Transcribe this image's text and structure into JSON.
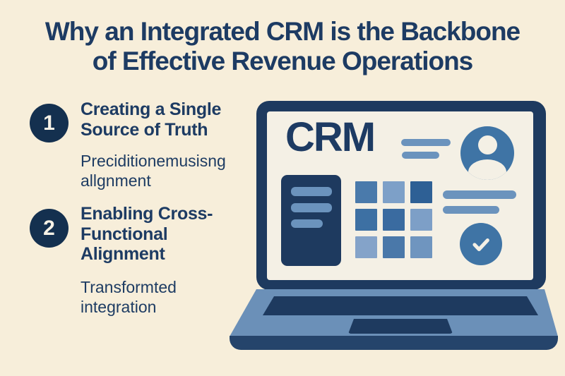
{
  "background_color": "#f7eeda",
  "colors": {
    "navy_text": "#1d3b63",
    "navy_dark": "#14304f",
    "bezel_navy": "#1e3a5f",
    "steel_blue": "#6b93bd",
    "icon_blue": "#3f74a5",
    "base_blue": "#6b90b8",
    "base_bottom_navy": "#25446b",
    "screen_cream": "#f4f0e5"
  },
  "title": {
    "line1": "Why an Integrated CRM is the Backbone",
    "line2": "of Effective Revenue Operations"
  },
  "items": [
    {
      "number": "1",
      "heading": "Creating a Single Source of Truth",
      "subtext": "Preciditionemusisng allgnment"
    },
    {
      "number": "2",
      "heading": "Enabling Cross-Functional Alignment",
      "subtext": "Transformted integration"
    }
  ],
  "laptop": {
    "screen_label": "CRM",
    "icons": [
      "user-avatar-icon",
      "checkmark-icon"
    ],
    "grid_colors": [
      "#4a7aab",
      "#7da0c8",
      "#2e6095",
      "#3d70a3",
      "#3a6ba0",
      "#7d9fc7",
      "#84a3c9",
      "#4a78a9",
      "#6f95bf"
    ]
  }
}
